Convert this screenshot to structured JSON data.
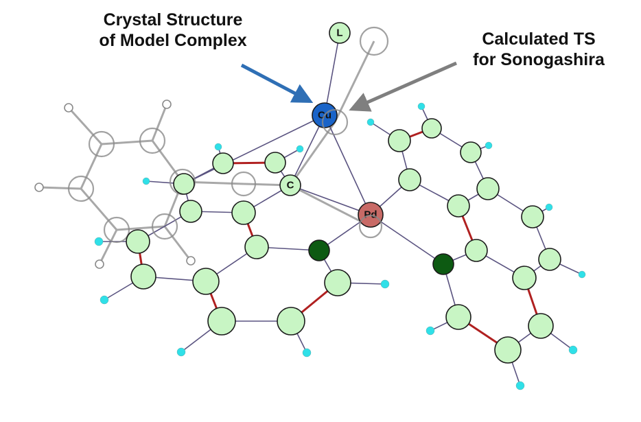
{
  "annotations": {
    "crystal_line1": "Crystal Structure",
    "crystal_line2": "of Model Complex",
    "ts_line1": "Calculated TS",
    "ts_line2": "for Sonogashira"
  },
  "atom_labels": {
    "ligand": "L",
    "copper": "Cu",
    "carbon": "C",
    "palladium": "Pd"
  },
  "colors": {
    "carbon": "#c8f5c4",
    "hydrogen": "#2fe0e8",
    "nitrogen": "#0d5a12",
    "copper": "#1a64c8",
    "palladium": "#c86a66",
    "ts_overlay": "#8a8a8a",
    "crystal_arrow": "#2f6fb5",
    "ts_arrow": "#7f7f7f",
    "double_bond": "#b02020",
    "bond": "#5a5380"
  }
}
